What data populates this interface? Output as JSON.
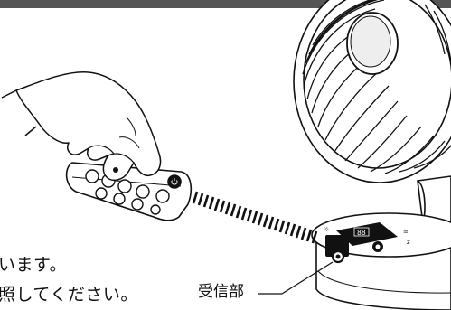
{
  "instruction": {
    "line1": "います。",
    "line2": "照してください。"
  },
  "callout": {
    "label": "受信部"
  },
  "remote": {
    "power_icon": "power-icon"
  },
  "colors": {
    "line": "#111111",
    "band": "#555555",
    "beam": "#111111"
  }
}
